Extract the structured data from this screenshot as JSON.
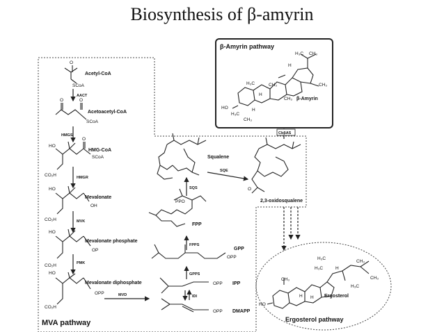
{
  "title": "Biosynthesis of β-amyrin",
  "pathways": {
    "mva": "MVA pathway",
    "amyrin": "β-Amyrin pathway",
    "ergosterol": "Ergosterol pathway"
  },
  "compounds": {
    "acetyl_coa": "Acetyl-CoA",
    "acetoacetyl_coa": "Acetoacetyl-CoA",
    "hmg_coa": "HMG-CoA",
    "mevalonate": "Mevalonate",
    "mevalonate_phosphate": "Mevalonate phosphate",
    "mevalonate_diphosphate": "Mevalonate diphosphate",
    "ipp": "IPP",
    "dmapp": "DMAPP",
    "gpp": "GPP",
    "fpp": "FPP",
    "squalene": "Squalene",
    "oxidosqualene": "2,3-oxidosqualene",
    "beta_amyrin": "β-Amyrin",
    "ergosterol": "Ergosterol"
  },
  "enzymes": {
    "aact": "AACT",
    "hmgs": "HMGS",
    "hmgr": "HMGR",
    "mvk": "MVK",
    "pmk": "PMK",
    "mvd": "MVD",
    "idi": "IDI",
    "gpps": "GPPS",
    "fpps": "FPPS",
    "sqs": "SQS",
    "sqe": "SQE",
    "cbas": "CbβAS"
  },
  "atoms": {
    "scoa": "SCoA",
    "oh": "OH",
    "ho": "HO",
    "co2h": "CO₂H",
    "op": "OP",
    "opp": "OPP",
    "ppo": "PPO",
    "h": "H",
    "o": "O",
    "h3c": "H₃C",
    "ch3": "CH₃"
  }
}
